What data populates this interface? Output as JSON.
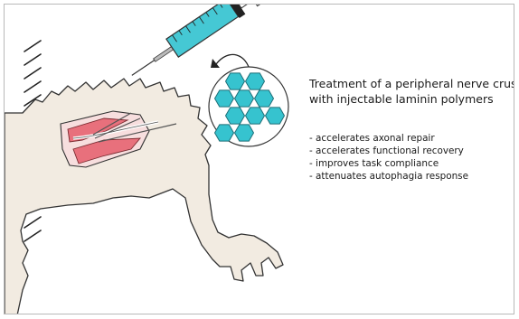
{
  "title_lines": [
    "Treatment of a peripheral nerve crush",
    "with injectable laminin polymers"
  ],
  "benefits": [
    "- accelerates axonal repair",
    "- accelerates functional recovery",
    "- improves task compliance",
    "- attenuates autophagia response"
  ],
  "colors": {
    "fur": "#f2ebe1",
    "outline": "#333333",
    "muscle": "#e8707c",
    "nerve": "#ffffff",
    "syringe_fluid": "#45c8d4",
    "hexagon": "#36c3cf"
  }
}
